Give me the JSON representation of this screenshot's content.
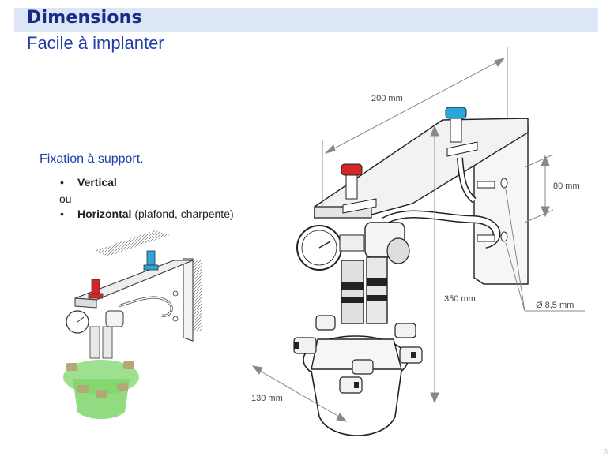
{
  "header": {
    "title": "Dimensions",
    "subtitle": "Facile à implanter"
  },
  "left_panel": {
    "heading": "Fixation à support.",
    "options": [
      {
        "bold": "Vertical",
        "rest": ""
      },
      {
        "bold": "Horizontal",
        "rest": " (plafond, charpente)"
      }
    ],
    "separator": "ou"
  },
  "dimensions": {
    "width": "200 mm",
    "height": "350 mm",
    "depth": "130 mm",
    "hole_spacing": "80 mm",
    "hole_diameter": "Ø 8,5 mm"
  },
  "colors": {
    "title": "#1a2a8a",
    "accent": "#1f3ea8",
    "title_bar": "#dce6f4",
    "hot_valve": "#d32626",
    "cold_valve": "#2aa7d8",
    "bowl_highlight": "#7ed66a"
  },
  "footer": {
    "page_number": "3"
  }
}
